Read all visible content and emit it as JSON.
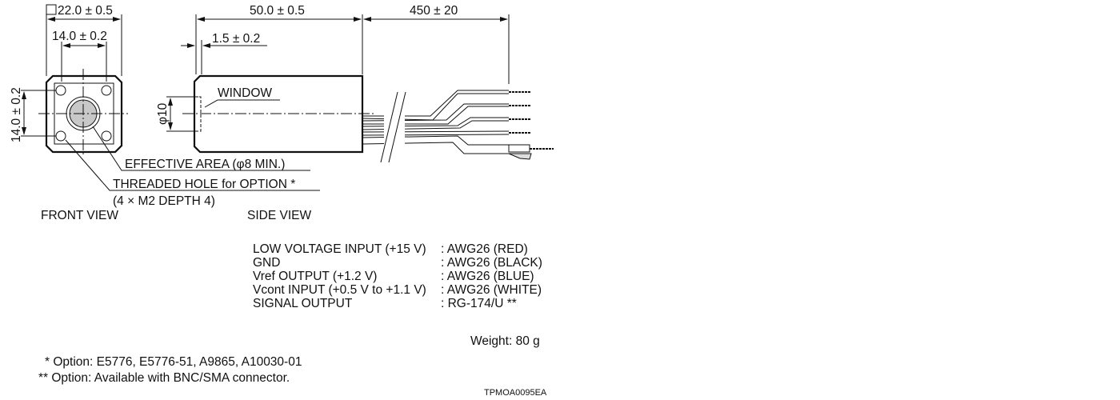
{
  "dimensions": {
    "front_width": "22.0 ± 0.5",
    "front_hole_pitch_h": "14.0 ± 0.2",
    "front_hole_pitch_v": "14.0 ± 0.2",
    "side_length": "50.0 ± 0.5",
    "cable_length": "450 ± 20",
    "window_offset": "1.5 ± 0.2",
    "window_diameter": "φ10"
  },
  "labels": {
    "window": "WINDOW",
    "effective_area": "EFFECTIVE AREA (φ8 MIN.)",
    "threaded_hole": "THREADED HOLE for OPTION *",
    "threaded_hole_spec": "(4 × M2 DEPTH 4)",
    "front_view": "FRONT VIEW",
    "side_view": "SIDE VIEW"
  },
  "wiring": [
    {
      "signal": "LOW VOLTAGE INPUT (+15 V)",
      "cable": ": AWG26 (RED)"
    },
    {
      "signal": "GND",
      "cable": ": AWG26 (BLACK)"
    },
    {
      "signal": "Vref OUTPUT (+1.2 V)",
      "cable": ": AWG26 (BLUE)"
    },
    {
      "signal": "Vcont INPUT (+0.5 V to +1.1 V)",
      "cable": ": AWG26 (WHITE)"
    },
    {
      "signal": "SIGNAL OUTPUT",
      "cable": ": RG-174/U **"
    }
  ],
  "weight": "Weight: 80 g",
  "footnotes": [
    "* Option: E5776, E5776-51, A9865, A10030-01",
    "** Option: Available with BNC/SMA connector."
  ],
  "drawing_id": "TPMOA0095EA"
}
